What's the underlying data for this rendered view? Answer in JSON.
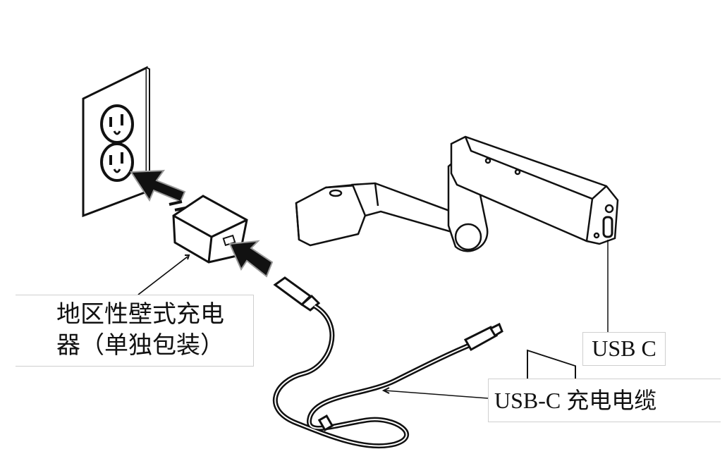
{
  "labels": {
    "adapter_line1": "地区性壁式充电",
    "adapter_line2": "器（单独包装）",
    "usb_c": "USB C",
    "cable": "USB-C 充电电缆"
  },
  "colors": {
    "stroke": "#111111",
    "frame": "#cfcfcf",
    "device_fill": "#ffffff",
    "arrow_fill": "#111111"
  }
}
